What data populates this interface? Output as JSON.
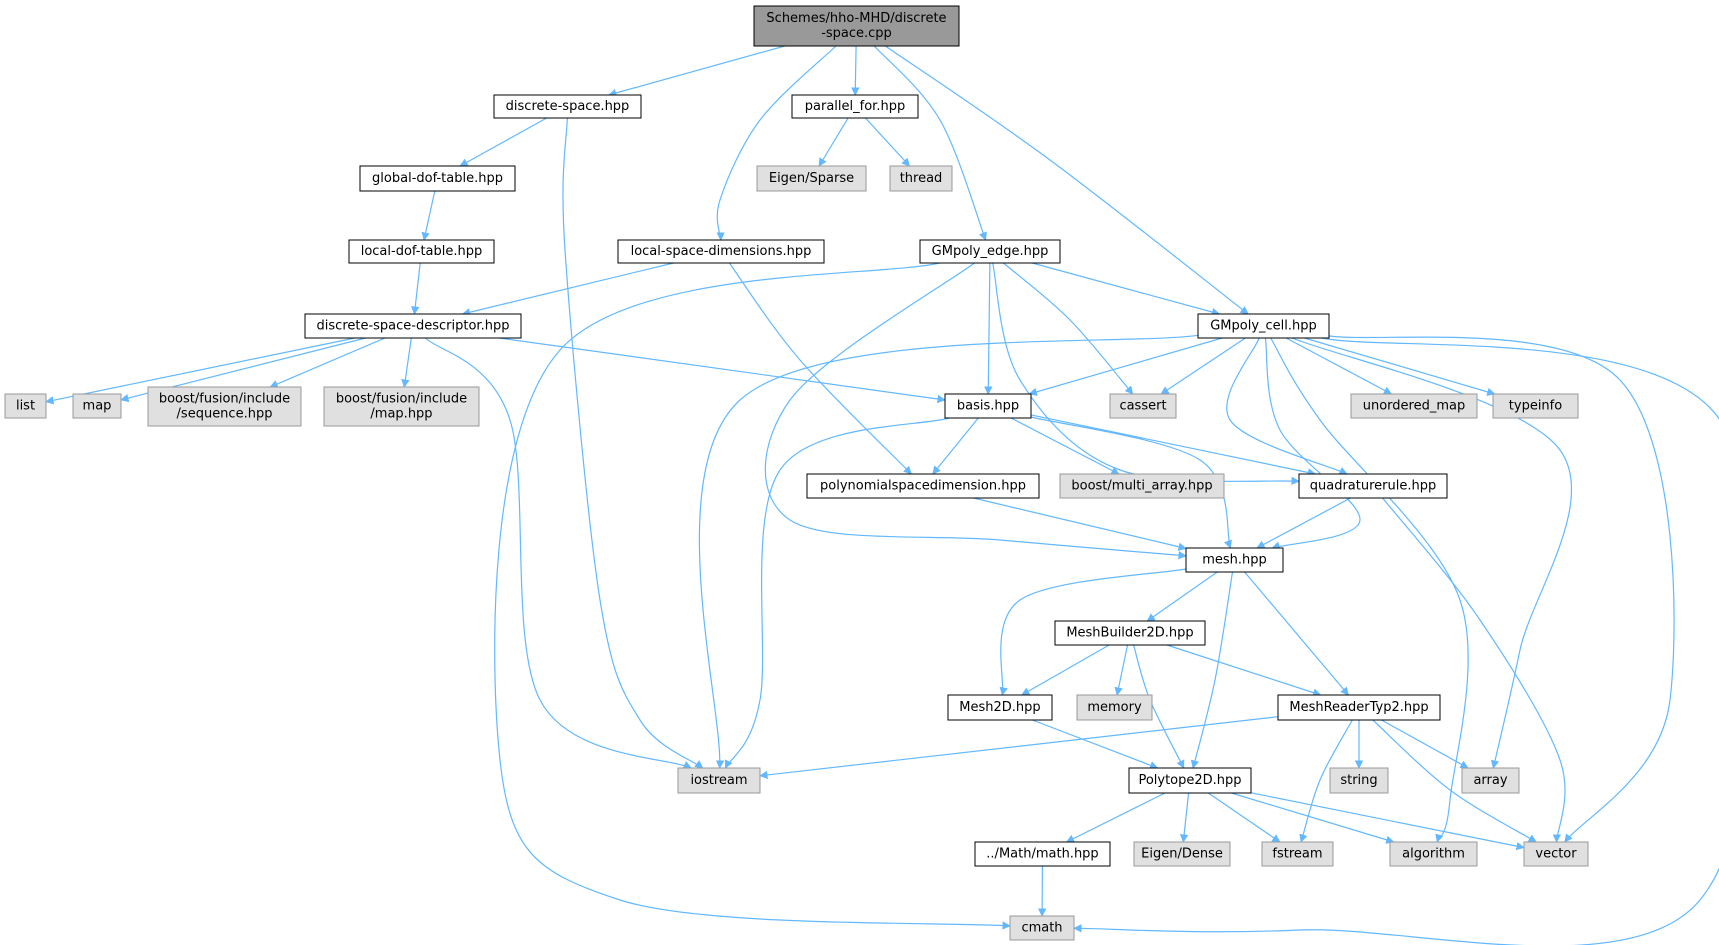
{
  "graph": {
    "colors": {
      "edge": "#63b8ff",
      "root_fill": "#999999",
      "local_fill": "#ffffff",
      "system_fill": "#e0e0e0",
      "local_stroke": "#000000",
      "system_stroke": "#999999"
    },
    "nodes": {
      "root": {
        "lines": [
          "Schemes/hho-MHD/discrete",
          "-space.cpp"
        ],
        "kind": "root"
      },
      "discrete_space": {
        "lines": [
          "discrete-space.hpp"
        ],
        "kind": "local"
      },
      "parallel_for": {
        "lines": [
          "parallel_for.hpp"
        ],
        "kind": "local"
      },
      "eigen_sparse": {
        "lines": [
          "Eigen/Sparse"
        ],
        "kind": "system"
      },
      "thread": {
        "lines": [
          "thread"
        ],
        "kind": "system"
      },
      "global_dof": {
        "lines": [
          "global-dof-table.hpp"
        ],
        "kind": "local"
      },
      "local_dof": {
        "lines": [
          "local-dof-table.hpp"
        ],
        "kind": "local"
      },
      "local_space_dim": {
        "lines": [
          "local-space-dimensions.hpp"
        ],
        "kind": "local"
      },
      "gmpoly_edge": {
        "lines": [
          "GMpoly_edge.hpp"
        ],
        "kind": "local"
      },
      "dsd": {
        "lines": [
          "discrete-space-descriptor.hpp"
        ],
        "kind": "local"
      },
      "gmpoly_cell": {
        "lines": [
          "GMpoly_cell.hpp"
        ],
        "kind": "local"
      },
      "list": {
        "lines": [
          "list"
        ],
        "kind": "system"
      },
      "map": {
        "lines": [
          "map"
        ],
        "kind": "system"
      },
      "bf_sequence": {
        "lines": [
          "boost/fusion/include",
          "/sequence.hpp"
        ],
        "kind": "system"
      },
      "bf_map": {
        "lines": [
          "boost/fusion/include",
          "/map.hpp"
        ],
        "kind": "system"
      },
      "basis": {
        "lines": [
          "basis.hpp"
        ],
        "kind": "local"
      },
      "cassert": {
        "lines": [
          "cassert"
        ],
        "kind": "system"
      },
      "unordered_map": {
        "lines": [
          "unordered_map"
        ],
        "kind": "system"
      },
      "typeinfo": {
        "lines": [
          "typeinfo"
        ],
        "kind": "system"
      },
      "polyspacedim": {
        "lines": [
          "polynomialspacedimension.hpp"
        ],
        "kind": "local"
      },
      "boost_multi": {
        "lines": [
          "boost/multi_array.hpp"
        ],
        "kind": "system"
      },
      "quadrule": {
        "lines": [
          "quadraturerule.hpp"
        ],
        "kind": "local"
      },
      "mesh": {
        "lines": [
          "mesh.hpp"
        ],
        "kind": "local"
      },
      "meshbuilder": {
        "lines": [
          "MeshBuilder2D.hpp"
        ],
        "kind": "local"
      },
      "mesh2d": {
        "lines": [
          "Mesh2D.hpp"
        ],
        "kind": "local"
      },
      "memory": {
        "lines": [
          "memory"
        ],
        "kind": "system"
      },
      "meshreader": {
        "lines": [
          "MeshReaderTyp2.hpp"
        ],
        "kind": "local"
      },
      "iostream": {
        "lines": [
          "iostream"
        ],
        "kind": "system"
      },
      "polytope": {
        "lines": [
          "Polytope2D.hpp"
        ],
        "kind": "local"
      },
      "string": {
        "lines": [
          "string"
        ],
        "kind": "system"
      },
      "array": {
        "lines": [
          "array"
        ],
        "kind": "system"
      },
      "mathhpp": {
        "lines": [
          "../Math/math.hpp"
        ],
        "kind": "local"
      },
      "eigen_dense": {
        "lines": [
          "Eigen/Dense"
        ],
        "kind": "system"
      },
      "fstream": {
        "lines": [
          "fstream"
        ],
        "kind": "system"
      },
      "algorithm": {
        "lines": [
          "algorithm"
        ],
        "kind": "system"
      },
      "vector": {
        "lines": [
          "vector"
        ],
        "kind": "system"
      },
      "cmath": {
        "lines": [
          "cmath"
        ],
        "kind": "system"
      }
    }
  }
}
